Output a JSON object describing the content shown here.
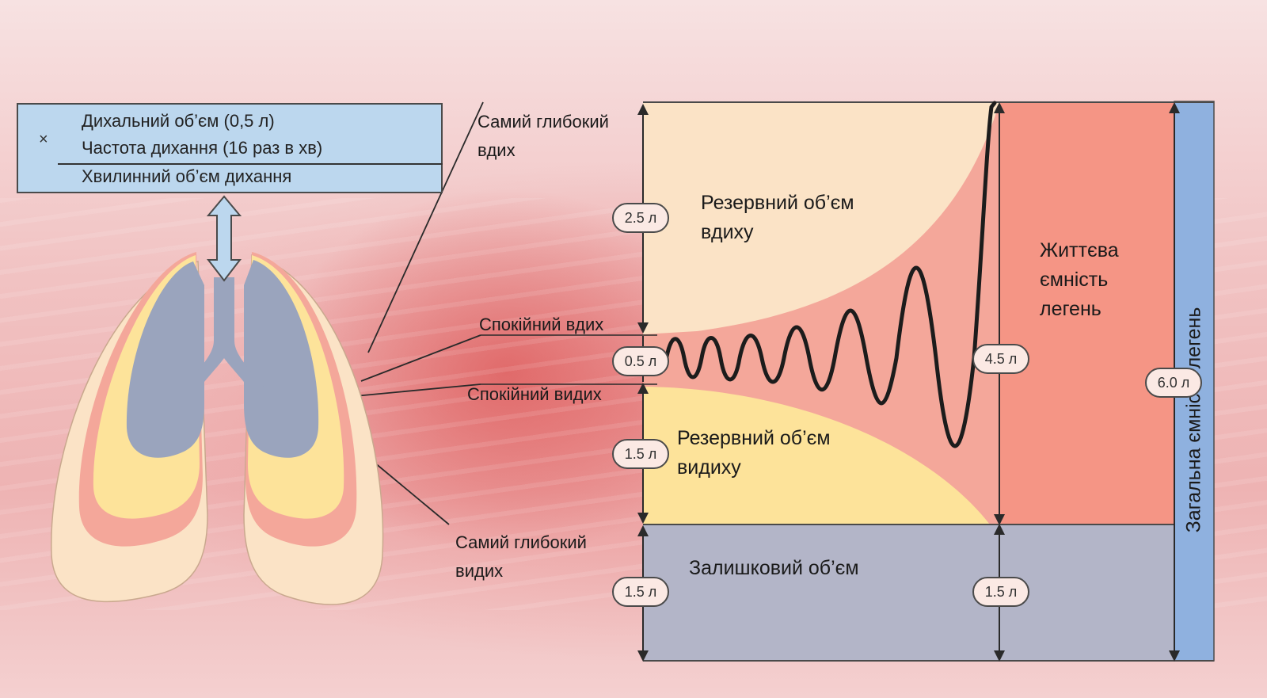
{
  "formula": {
    "operator": "×",
    "line1": "Дихальний об’єм (0,5 л)",
    "line2": "Частота дихання (16 раз в хв)",
    "result": "Хвилинний об’єм дихання"
  },
  "left_labels": {
    "deepest_inhale": "Самий глибокий вдих",
    "calm_inhale": "Спокійний вдих",
    "calm_exhale": "Спокійний видих",
    "deepest_exhale": "Самий глибокий видих"
  },
  "areas": {
    "inspiratory_reserve": "Резервний об’єм вдиху",
    "expiratory_reserve": "Резервний об’єм видиху",
    "residual": "Залишковий об’єм",
    "vital_capacity": "Життєва ємність легень",
    "total_capacity": "Загальна ємність легень"
  },
  "volumes": {
    "inspiratory_reserve": "2.5 л",
    "tidal": "0.5 л",
    "expiratory_reserve": "1.5 л",
    "residual_left": "1.5 л",
    "vital_capacity": "4.5 л",
    "residual_right": "1.5 л",
    "total": "6.0 л"
  },
  "colors": {
    "inspiratory_reserve": "#fbe3c6",
    "expiratory_reserve": "#fde39a",
    "tidal_zone": "#f4a79a",
    "vital_capacity": "#f59585",
    "residual": "#b3b5c8",
    "total_capacity": "#8fb1df",
    "formula_box": "#bcd7ee",
    "lung": "#9aa4bd"
  }
}
